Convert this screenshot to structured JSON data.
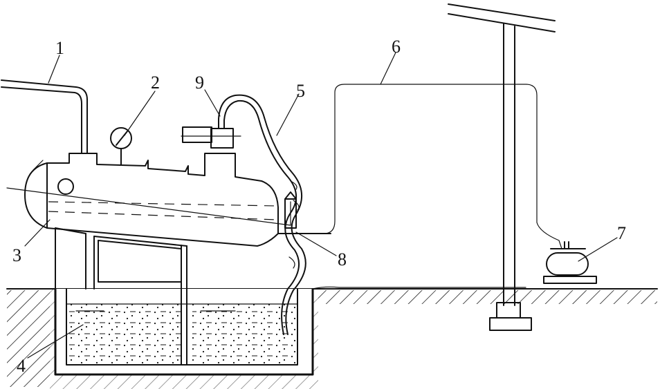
{
  "labels": {
    "l1": "1",
    "l2": "2",
    "l3": "3",
    "l4": "4",
    "l5": "5",
    "l6": "6",
    "l7": "7",
    "l8": "8",
    "l9": "9"
  },
  "colors": {
    "line": "#111111",
    "background": "#ffffff"
  }
}
